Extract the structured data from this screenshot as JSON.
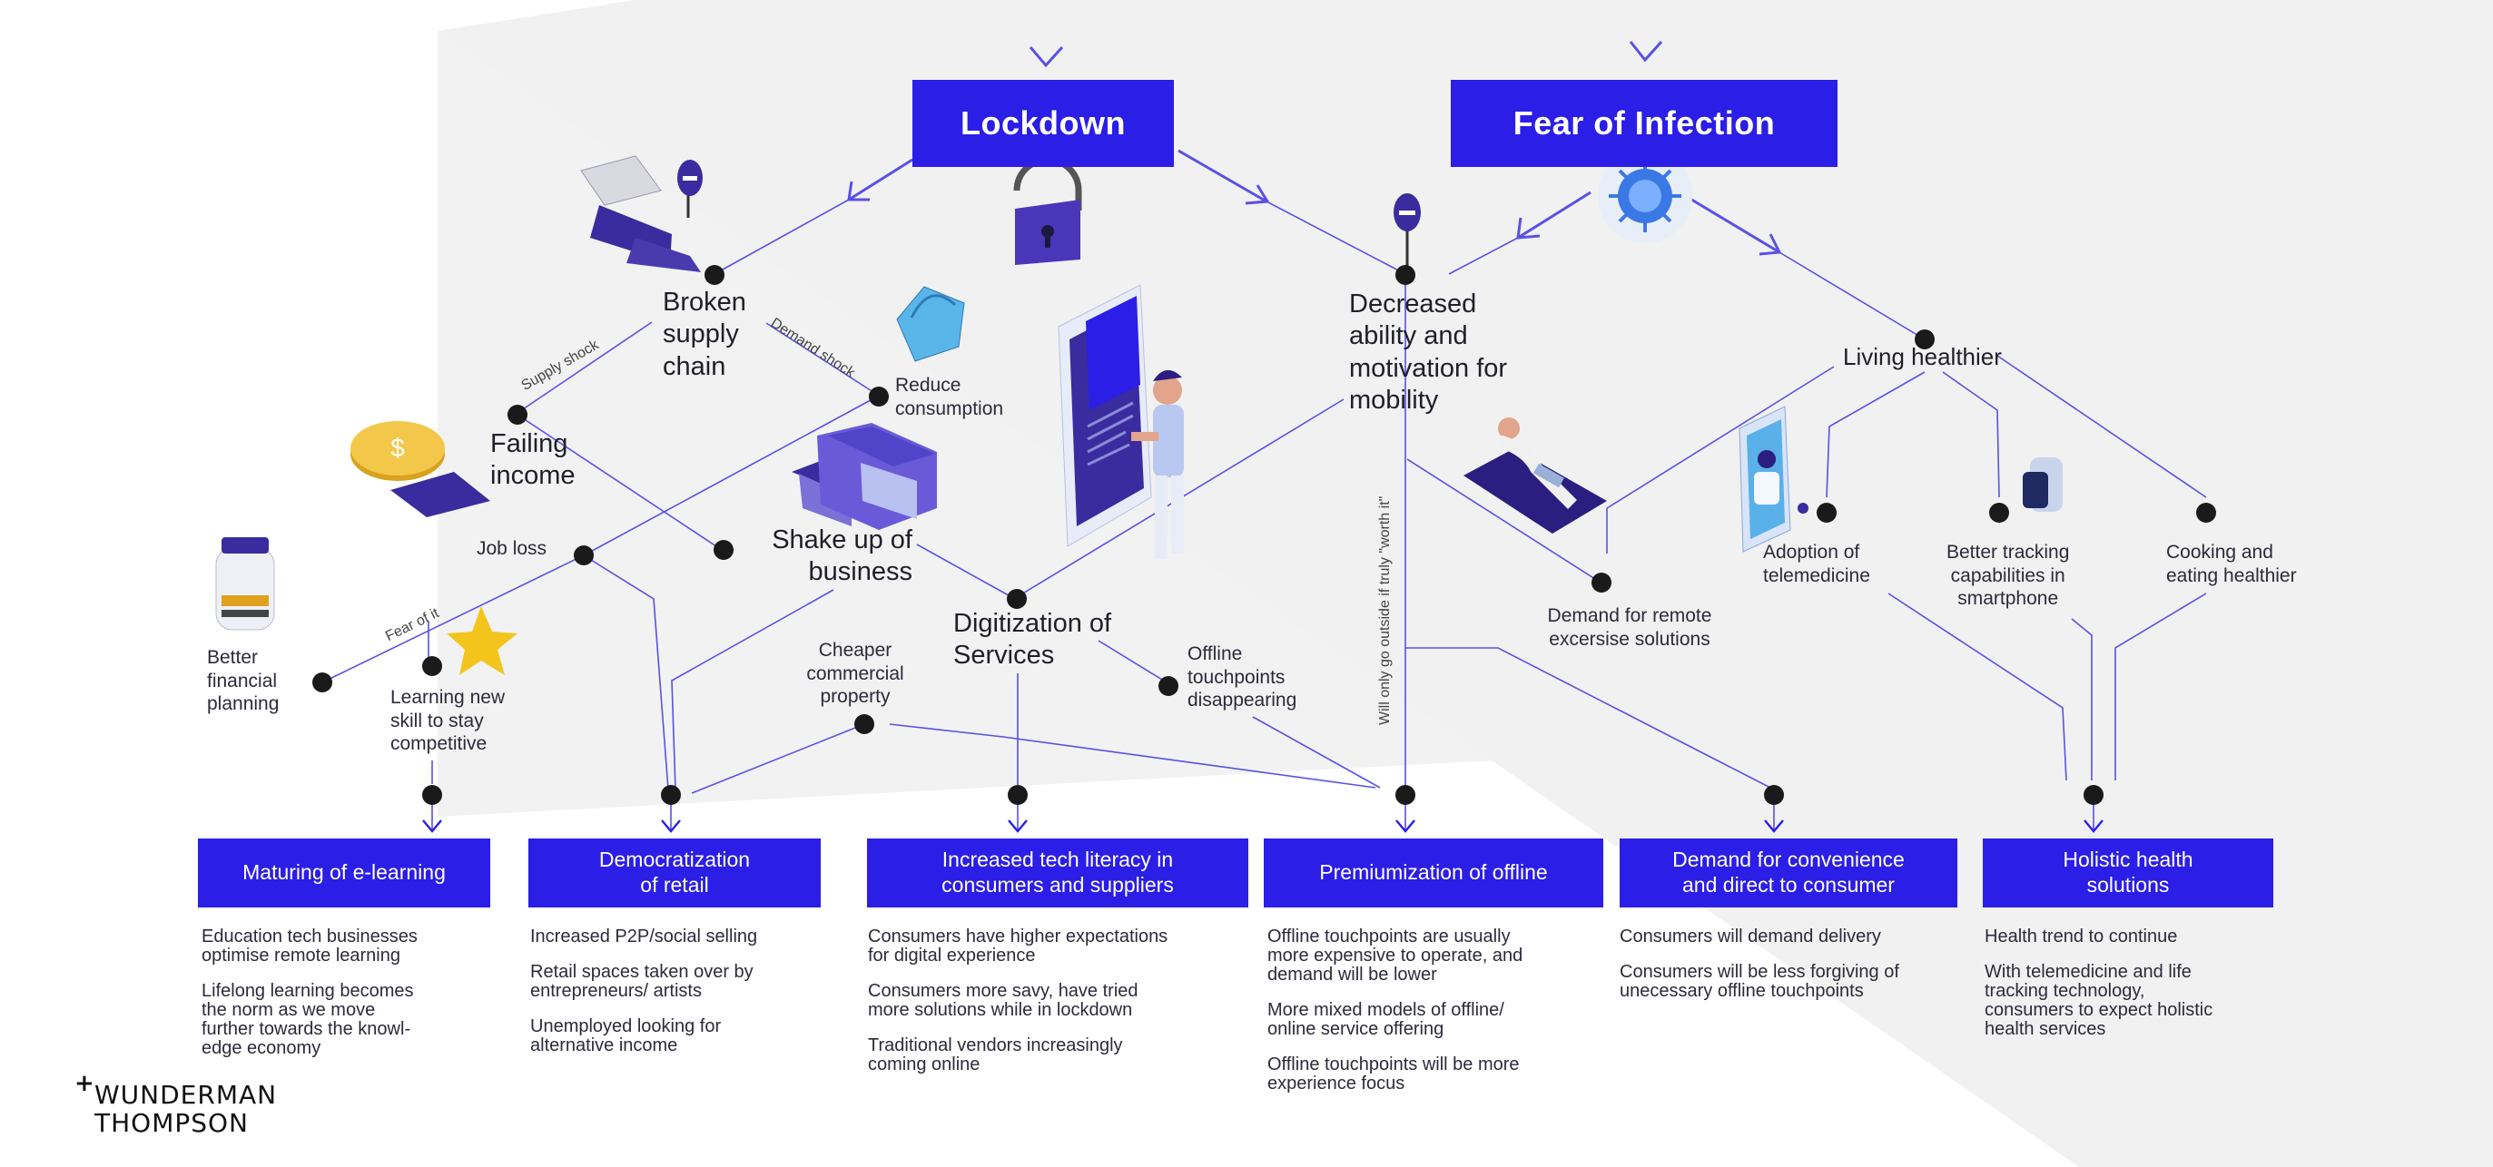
{
  "headers": {
    "lockdown": "Lockdown",
    "fear": "Fear of Infection"
  },
  "nodes": {
    "broken_supply_chain": "Broken\nsupply\nchain",
    "reduce_consumption": "Reduce\nconsumption",
    "failing_income": "Failing\nincome",
    "job_loss": "Job loss",
    "shake_up": "Shake up of\nbusiness",
    "digitization": "Digitization of\nServices",
    "decreased_mobility": "Decreased\nability and\nmotivation for\nmobility",
    "living_healthier": "Living healthier",
    "better_financial": "Better\nfinancial\nplanning",
    "learning_new_skill": "Learning new\nskill to stay\ncompetitive",
    "cheaper_property": "Cheaper\ncommercial\nproperty",
    "offline_touchpoints": "Offline\ntouchpoints\ndisappearing",
    "remote_exercise": "Demand for remote\nexcersise solutions",
    "telemedicine": "Adoption of\ntelemedicine",
    "tracking": "Better tracking\ncapabilities in\nsmartphone",
    "cooking": "Cooking and\neating healthier"
  },
  "edge_labels": {
    "supply_shock": "Supply shock",
    "demand_shock": "Demand shock",
    "fear_of_it": "Fear of it",
    "worth_it": "Will only go outside if truly \"worth it\""
  },
  "outcomes": [
    {
      "title": "Maturing of e-learning",
      "points": [
        "Education tech businesses\noptimise remote learning",
        "Lifelong learning becomes\nthe norm as we move\nfurther towards the knowl-\nedge economy"
      ]
    },
    {
      "title": "Democratization\nof retail",
      "points": [
        "Increased P2P/social selling",
        "Retail spaces taken over by\nentrepreneurs/ artists",
        "Unemployed looking for\nalternative income"
      ]
    },
    {
      "title": "Increased tech literacy in\nconsumers and suppliers",
      "points": [
        "Consumers have higher expectations\nfor digital experience",
        "Consumers more savy, have tried\nmore solutions while in lockdown",
        "Traditional vendors increasingly\ncoming online"
      ]
    },
    {
      "title": "Premiumization of offline",
      "points": [
        "Offline touchpoints are usually\nmore expensive to operate, and\ndemand will be lower",
        "More mixed models of offline/\nonline service offering",
        "Offline touchpoints will be more\nexperience focus"
      ]
    },
    {
      "title": "Demand for convenience\nand direct to consumer",
      "points": [
        "Consumers will demand delivery",
        "Consumers will be less forgiving of\nunecessary offline touchpoints"
      ]
    },
    {
      "title": "Holistic health\nsolutions",
      "points": [
        "Health trend to continue",
        "With telemedicine and life\ntracking technology,\nconsumers to expect holistic\nhealth services"
      ]
    }
  ],
  "logo": {
    "line1": "WUNDERMAN",
    "line2": "THOMPSON",
    "mark": "+"
  },
  "colors": {
    "accent": "#2b1ee6",
    "line": "#5a50e6",
    "dot": "#1a1a1a",
    "panel": "#f2f2f2"
  }
}
